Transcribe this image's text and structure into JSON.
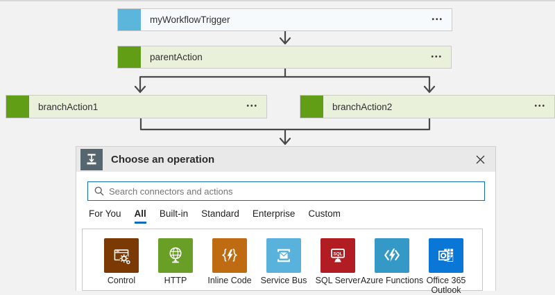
{
  "workflow": {
    "trigger": {
      "label": "myWorkflowTrigger",
      "icon_color": "#5CB5DB",
      "menu_glyph": "•••"
    },
    "parent_action": {
      "label": "parentAction",
      "icon_color": "#619E15",
      "menu_glyph": "•••"
    },
    "branch_action_1": {
      "label": "branchAction1",
      "icon_color": "#619E15",
      "menu_glyph": "•••"
    },
    "branch_action_2": {
      "label": "branchAction2",
      "icon_color": "#619E15",
      "menu_glyph": "•••"
    }
  },
  "panel": {
    "title": "Choose an operation",
    "close_icon": "✕",
    "search_placeholder": "Search connectors and actions",
    "search_value": "",
    "active_tab": "All",
    "tabs": [
      {
        "label": "For You"
      },
      {
        "label": "All"
      },
      {
        "label": "Built-in"
      },
      {
        "label": "Standard"
      },
      {
        "label": "Enterprise"
      },
      {
        "label": "Custom"
      }
    ],
    "connectors": [
      {
        "name": "Control",
        "tile_color": "#7B3A03"
      },
      {
        "name": "HTTP",
        "tile_color": "#699F26"
      },
      {
        "name": "Inline Code",
        "tile_color": "#BE6B12"
      },
      {
        "name": "Service Bus",
        "tile_color": "#58B2DC"
      },
      {
        "name": "SQL Server",
        "tile_color": "#B11D23"
      },
      {
        "name": "Azure Functions",
        "tile_color": "#3599C8"
      },
      {
        "name": "Office 365 Outlook",
        "tile_color": "#0A76D6"
      }
    ]
  },
  "colors": {
    "canvas_bg": "#F2F2F2",
    "accent_blue": "#0F6CBD",
    "connector_line": "#494949",
    "trigger_card_bg": "#F7FAFD",
    "action_card_bg": "#EAF1DB",
    "panel_header_bg": "#E9E9E9",
    "panel_header_icon_bg": "#56666F"
  }
}
